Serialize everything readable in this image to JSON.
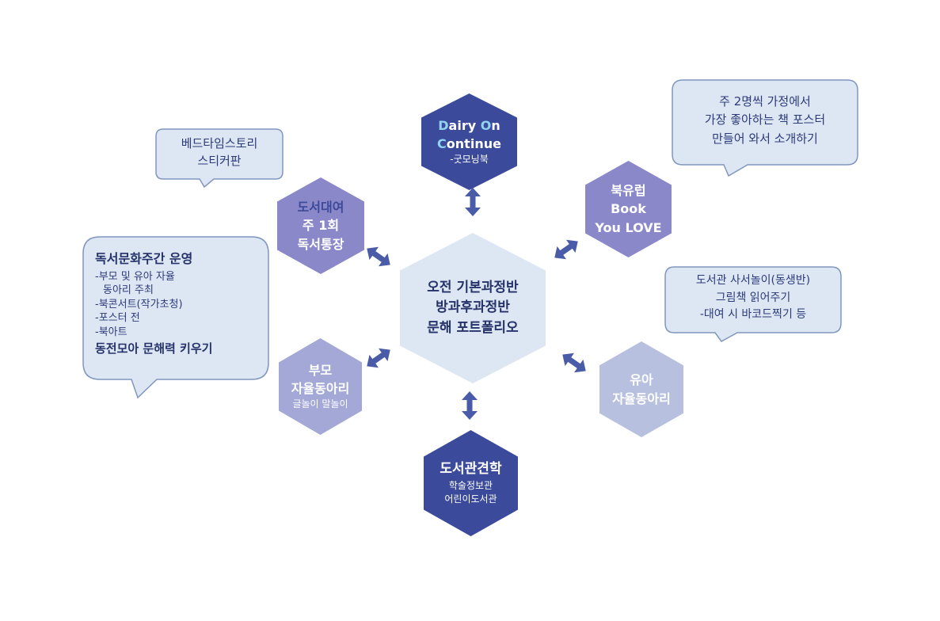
{
  "center": {
    "lines": [
      "오전 기본과정반",
      "방과후과정반",
      "문해 포트폴리오"
    ]
  },
  "hexes": {
    "top": {
      "title_line1_accent": "D",
      "title_line1_rest": "airy ",
      "title_line1_accent2": "O",
      "title_line1_rest2": "n",
      "title_line2_accent": "C",
      "title_line2_rest": "ontinue",
      "sub": "-굿모닝북"
    },
    "top_left": {
      "lines": [
        "도서대여",
        "주 1회",
        "독서통장"
      ]
    },
    "top_right": {
      "lines": [
        "북유럽",
        "Book",
        "You LOVE"
      ]
    },
    "bottom_left": {
      "lines": [
        "부모",
        "자율동아리"
      ],
      "sub": "글놀이 말놀이"
    },
    "bottom_right": {
      "lines": [
        "유아",
        "자율동아리"
      ]
    },
    "bottom": {
      "title": "도서관견학",
      "sub": [
        "학술정보관",
        "어린이도서관"
      ]
    }
  },
  "callouts": {
    "beddtime": {
      "lines": [
        "베드타임스토리",
        "스티커판"
      ]
    },
    "poster": {
      "lines": [
        "주 2명씩 가정에서",
        "가장 좋아하는 책 포스터",
        "만들어 와서 소개하기"
      ]
    },
    "library": {
      "lines": [
        "도서관 사서놀이(동생반)",
        "그림책 읽어주기",
        "-대여 시 바코드찍기 등"
      ]
    },
    "culture_week": {
      "title": "독서문화주간 운영",
      "items": [
        "-부모 및 유아 자율",
        "동아리 주최",
        "-북콘서트(작가초청)",
        "-포스터 전",
        "-북아트"
      ],
      "footer": "동전모아 문해력 키우기"
    }
  },
  "colors": {
    "dark_navy": "#3b4a9a",
    "purple": "#8a88c9",
    "light_purple": "#a3a8d6",
    "pale_lavender": "#b8c0e0",
    "center_fill": "#dde7f3",
    "callout_fill": "#dde7f3",
    "callout_stroke": "#8196bf",
    "accent_cyan": "#8fd3f0",
    "arrow": "#4a5ca8"
  }
}
